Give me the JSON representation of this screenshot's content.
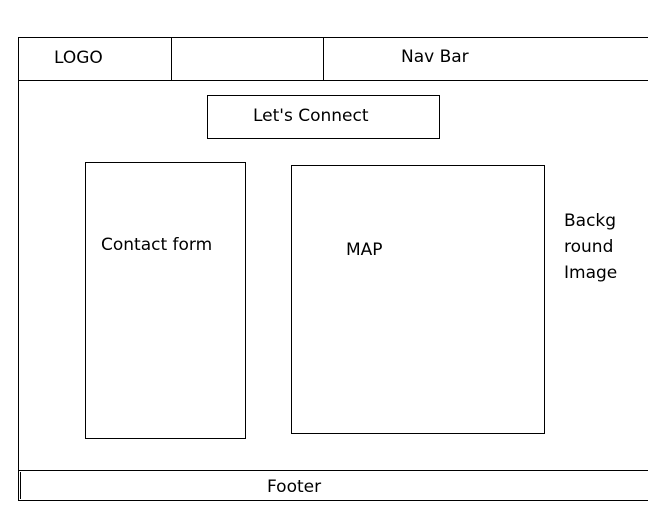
{
  "wireframe": {
    "logo_label": "LOGO",
    "nav_label": "Nav Bar",
    "heading_label": "Let's Connect",
    "contact_form_label": "Contact form",
    "map_label": "MAP",
    "background_label_lines": [
      "Backg",
      "round",
      "Image"
    ],
    "footer_label": "Footer"
  }
}
